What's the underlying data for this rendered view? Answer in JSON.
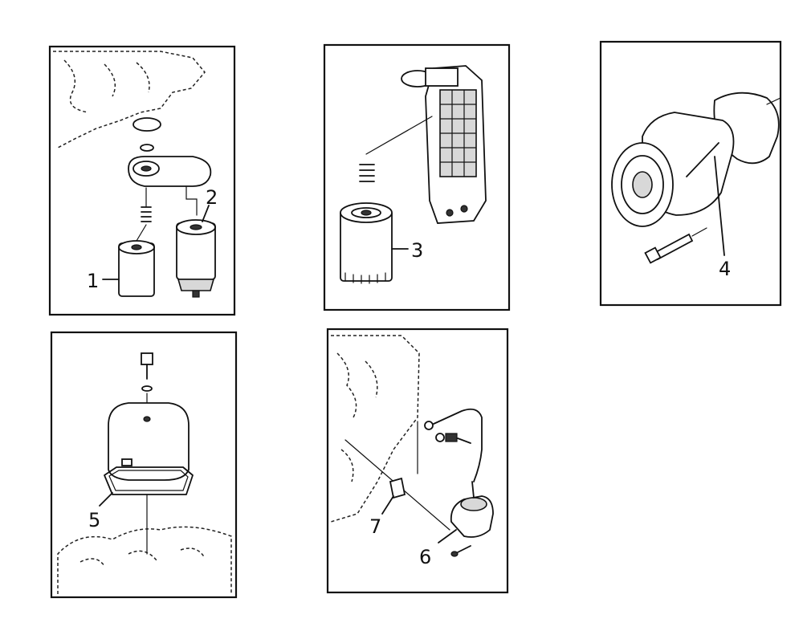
{
  "panels": [
    {
      "id": "oil-filters",
      "callouts": [
        {
          "label": "1"
        },
        {
          "label": "2"
        }
      ]
    },
    {
      "id": "filter-block",
      "callouts": [
        {
          "label": "3"
        }
      ]
    },
    {
      "id": "water-pump",
      "callouts": [
        {
          "label": "4"
        }
      ]
    },
    {
      "id": "rocker-cover",
      "callouts": [
        {
          "label": "5"
        }
      ]
    },
    {
      "id": "feed-pump",
      "callouts": [
        {
          "label": "6"
        },
        {
          "label": "7"
        }
      ]
    }
  ],
  "colors": {
    "ink": "#111111",
    "paper": "#ffffff",
    "shade": "#d8d8d8"
  }
}
